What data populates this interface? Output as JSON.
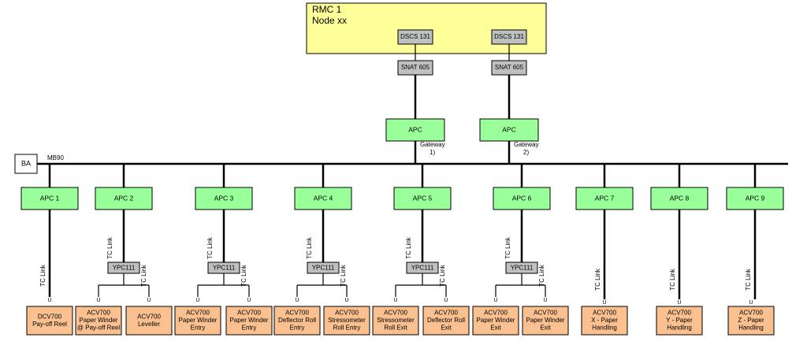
{
  "rmc": {
    "title": "RMC 1",
    "subtitle": "Node xx",
    "fill": "#ffff99"
  },
  "colors": {
    "apc": "#99ff99",
    "grey": "#c0c0c0",
    "leaf": "#fac090",
    "line": "#000000"
  },
  "dscs": [
    "DSCS 131",
    "DSCS 131"
  ],
  "snat": [
    "SNAT 605",
    "SNAT 605"
  ],
  "gateways": [
    {
      "apc": "APC",
      "label": "Gateway",
      "num": "1)"
    },
    {
      "apc": "APC",
      "label": "Gateway",
      "num": "2)"
    }
  ],
  "bus": {
    "name": "MB90",
    "ba": "BA"
  },
  "link_label": "TC Link",
  "connector_glyph": "U",
  "apcs": [
    {
      "name": "APC 1",
      "ypc": null,
      "leaves": [
        [
          "DCV700",
          "Pay-off Reel"
        ]
      ]
    },
    {
      "name": "APC 2",
      "ypc": "YPC111",
      "leaves": [
        [
          "ACV700",
          "Paper Winder",
          "@ Pay-off Reel"
        ],
        [
          "ACV700",
          "Leveller"
        ]
      ]
    },
    {
      "name": "APC 3",
      "ypc": "YPC111",
      "leaves": [
        [
          "ACV700",
          "Paper Winder",
          "Entry"
        ],
        [
          "ACV700",
          "Paper Winder",
          "Entry"
        ]
      ]
    },
    {
      "name": "APC 4",
      "ypc": "YPC111",
      "leaves": [
        [
          "ACV700",
          "Deflector Roll",
          "Entry"
        ],
        [
          "ACV700",
          "Stressometer",
          "Roll Entry"
        ]
      ]
    },
    {
      "name": "APC 5",
      "ypc": "YPC111",
      "leaves": [
        [
          "ACV700",
          "Stressometer",
          "Roll Exit"
        ],
        [
          "ACV700",
          "Deflector Roll",
          "Exit"
        ]
      ]
    },
    {
      "name": "APC 6",
      "ypc": "YPC111",
      "leaves": [
        [
          "ACV700",
          "Paper Winder",
          "Exit"
        ],
        [
          "ACV700",
          "Paper Winder",
          "Exit"
        ]
      ]
    },
    {
      "name": "APC 7",
      "ypc": null,
      "leaves": [
        [
          "ACV700",
          "X - Paper",
          "Handling"
        ]
      ]
    },
    {
      "name": "APC 8",
      "ypc": null,
      "leaves": [
        [
          "ACV700",
          "Y - Paper",
          "Handling"
        ]
      ]
    },
    {
      "name": "APC 9",
      "ypc": null,
      "leaves": [
        [
          "ACV700",
          "Z - Paper",
          "Handling"
        ]
      ]
    }
  ]
}
